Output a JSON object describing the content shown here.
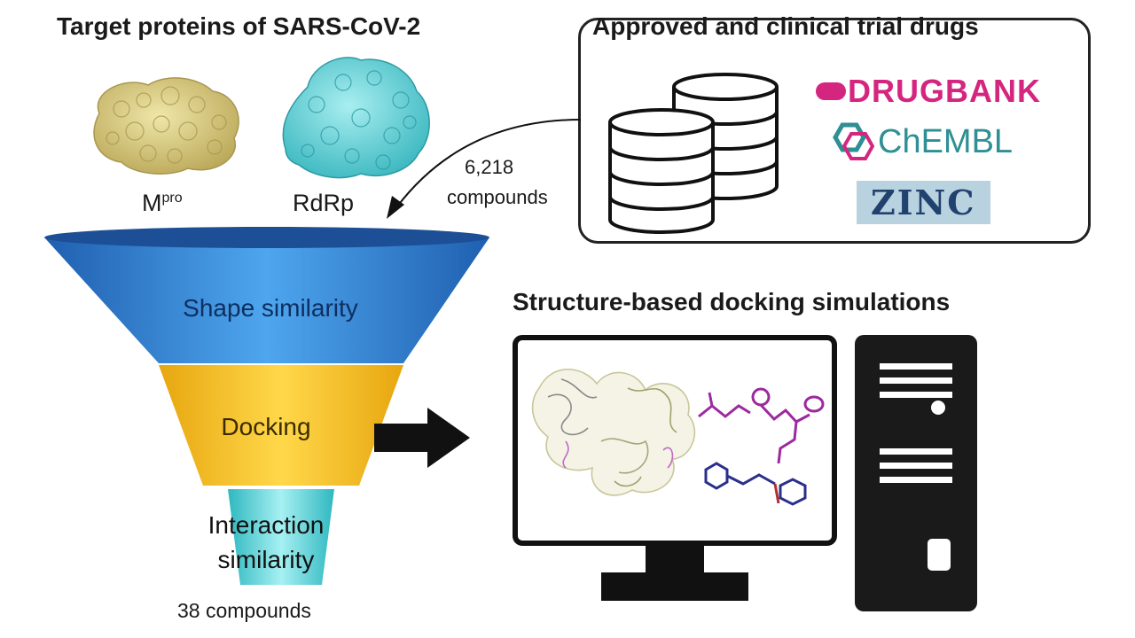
{
  "targets": {
    "title": "Target proteins of SARS-CoV-2",
    "proteins": [
      {
        "name": "M",
        "sup": "pro",
        "color": "#d9cf88"
      },
      {
        "name": "RdRp",
        "color": "#5fd0d6"
      }
    ]
  },
  "drugs_panel": {
    "title": "Approved and clinical trial drugs",
    "databases": [
      {
        "name": "DRUGBANK",
        "color": "#d4267f"
      },
      {
        "name": "ChEMBL",
        "color": "#2e8f94"
      },
      {
        "name": "ZINC",
        "color": "#21416e"
      }
    ]
  },
  "flow": {
    "input_count": "6,218",
    "input_unit": "compounds",
    "output_count": "38 compounds"
  },
  "funnel": {
    "stages": [
      {
        "label": "Shape similarity",
        "color": "#2a7fd0"
      },
      {
        "label": "Docking",
        "color": "#f2c01b"
      },
      {
        "label": "Interaction",
        "label2": "similarity",
        "color": "#5ed3d8"
      }
    ]
  },
  "simulation": {
    "title": "Structure-based docking simulations"
  }
}
